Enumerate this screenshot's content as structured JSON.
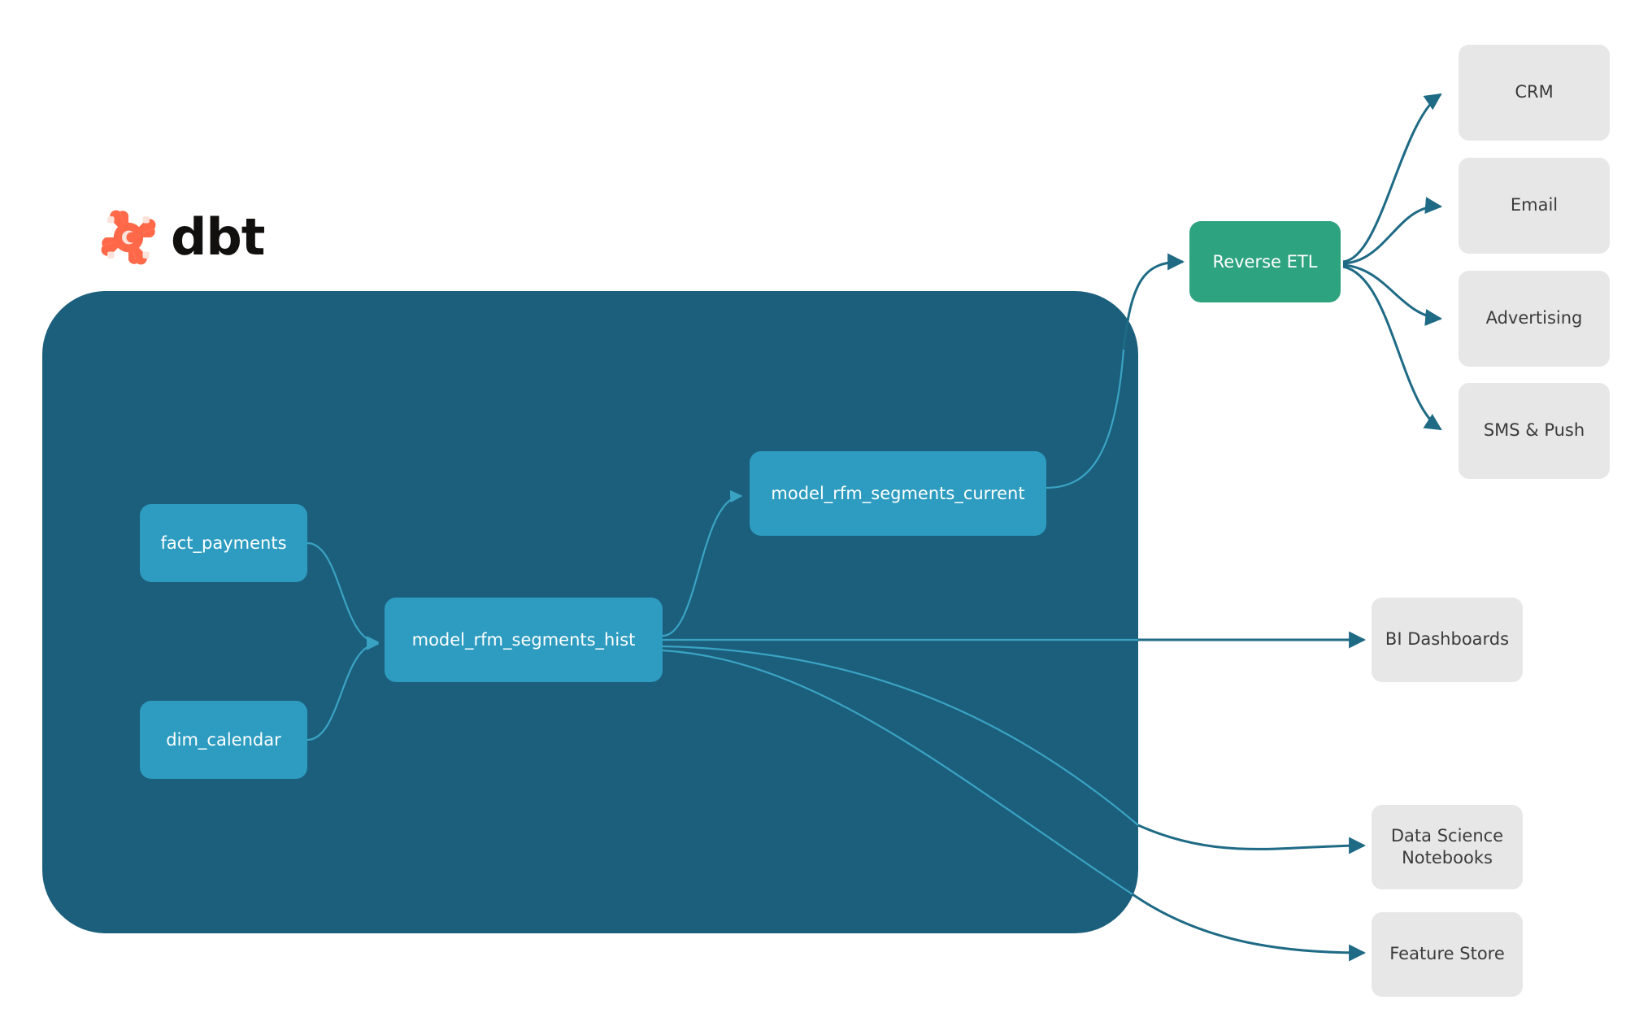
{
  "diagram": {
    "title": "dbt RFM segmentation lineage and activation flow",
    "background": "#ffffff",
    "colors": {
      "panel": "#1c5f7c",
      "model_node": "#2d9cc0",
      "reverse_etl": "#2ea37f",
      "destination": "#e7e7e7",
      "edge_outer": "#1f6a85",
      "edge_inner": "#3aa3c4",
      "dbt_orange": "#ff694a",
      "dbt_wordmark": "#12100f",
      "node_text": "#ffffff",
      "destination_text": "#3b3b3b"
    }
  },
  "brand": {
    "logo_icon": "dbt-logo-icon",
    "wordmark": "dbt"
  },
  "panel": {
    "name": "dbt-project-panel"
  },
  "models": [
    {
      "id": "fact_payments",
      "label": "fact_payments"
    },
    {
      "id": "dim_calendar",
      "label": "dim_calendar"
    },
    {
      "id": "model_rfm_segments_hist",
      "label": "model_rfm_segments_hist"
    },
    {
      "id": "model_rfm_segments_current",
      "label": "model_rfm_segments_current"
    }
  ],
  "reverse_etl": {
    "label": "Reverse ETL"
  },
  "destinations": [
    {
      "id": "crm",
      "label": "CRM"
    },
    {
      "id": "email",
      "label": "Email"
    },
    {
      "id": "advertising",
      "label": "Advertising"
    },
    {
      "id": "sms_push",
      "label": "SMS & Push"
    },
    {
      "id": "bi_dashboards",
      "label": "BI Dashboards"
    },
    {
      "id": "data_science_notebooks",
      "label": "Data Science\nNotebooks",
      "line1": "Data Science",
      "line2": "Notebooks"
    },
    {
      "id": "feature_store",
      "label": "Feature Store"
    }
  ],
  "edges": [
    {
      "from": "fact_payments",
      "to": "model_rfm_segments_hist"
    },
    {
      "from": "dim_calendar",
      "to": "model_rfm_segments_hist"
    },
    {
      "from": "model_rfm_segments_hist",
      "to": "model_rfm_segments_current"
    },
    {
      "from": "model_rfm_segments_current",
      "to": "reverse_etl"
    },
    {
      "from": "reverse_etl",
      "to": "crm"
    },
    {
      "from": "reverse_etl",
      "to": "email"
    },
    {
      "from": "reverse_etl",
      "to": "advertising"
    },
    {
      "from": "reverse_etl",
      "to": "sms_push"
    },
    {
      "from": "model_rfm_segments_hist",
      "to": "bi_dashboards"
    },
    {
      "from": "model_rfm_segments_hist",
      "to": "data_science_notebooks"
    },
    {
      "from": "model_rfm_segments_hist",
      "to": "feature_store"
    }
  ]
}
